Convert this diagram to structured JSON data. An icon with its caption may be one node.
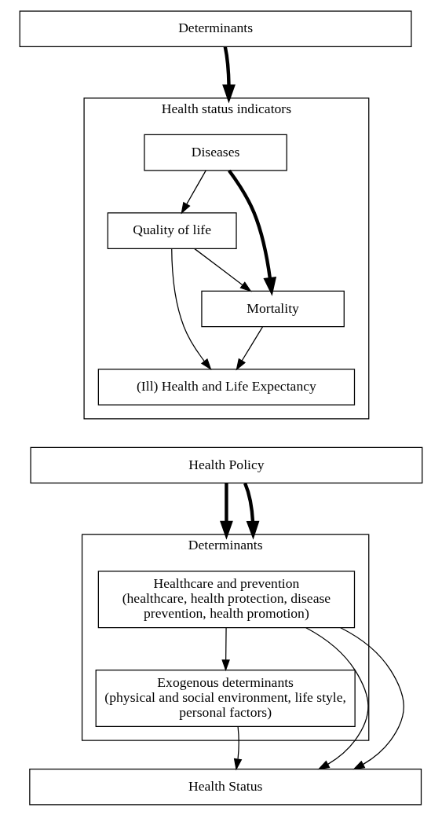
{
  "diagram": {
    "nodes": [
      {
        "text": [
          "Determinants"
        ]
      },
      {
        "text": [
          "Health status indicators"
        ]
      },
      {
        "text": [
          "Diseases"
        ],
        "in": 1
      },
      {
        "text": [
          "Quality of life"
        ],
        "in": 1
      },
      {
        "text": [
          "Mortality"
        ],
        "in": 1
      },
      {
        "text": [
          "(Ill) Health and Life Expectancy"
        ],
        "in": 1
      },
      {
        "text": [
          "Health Policy"
        ]
      },
      {
        "text": [
          "Determinants"
        ]
      },
      {
        "text": [
          "Healthcare and prevention",
          "(healthcare, health protection, disease prevention, health promotion)"
        ],
        "in": 7
      },
      {
        "text": [
          "Exogenous determinants",
          "(physical and social environment, life style, personal factors)"
        ],
        "in": 7
      },
      {
        "text": [
          "Health Status"
        ]
      }
    ],
    "edges": [
      {
        "from": 0,
        "to": 1,
        "arrow": "to",
        "style": "thick"
      },
      {
        "from": 2,
        "to": 3,
        "arrow": "to"
      },
      {
        "from": 2,
        "to": 4,
        "arrow": "to",
        "style": "thick"
      },
      {
        "from": 3,
        "to": 4,
        "arrow": "to"
      },
      {
        "from": 3,
        "to": 5,
        "arrow": "to"
      },
      {
        "from": 4,
        "to": 5,
        "arrow": "to"
      },
      {
        "from": 6,
        "to": 7,
        "arrow": "to",
        "style": "thick"
      },
      {
        "from": 6,
        "to": 7,
        "arrow": "to",
        "style": "thick"
      },
      {
        "from": 8,
        "to": 9,
        "arrow": "to"
      },
      {
        "from": 8,
        "to": 10,
        "arrow": "to"
      },
      {
        "from": 9,
        "to": 10,
        "arrow": "to"
      },
      {
        "from": 8,
        "to": 10,
        "arrow": "to"
      }
    ]
  }
}
